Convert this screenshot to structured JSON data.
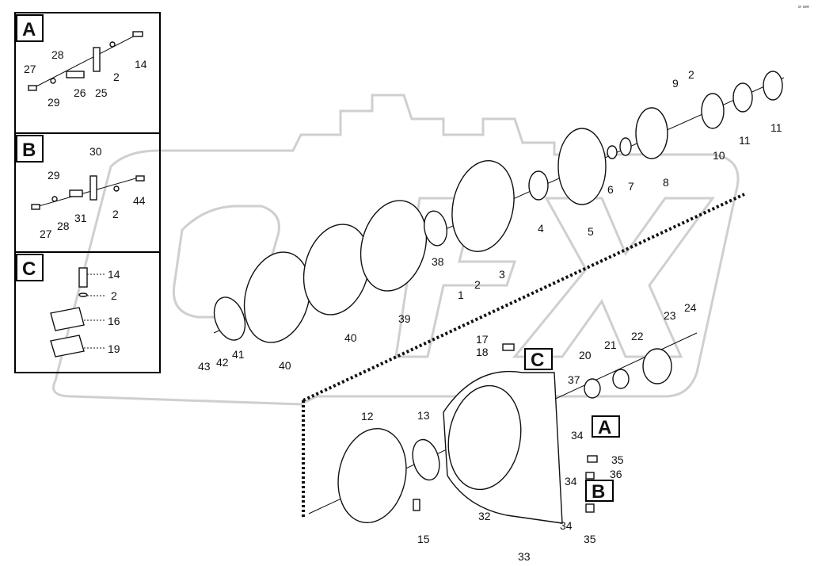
{
  "corner_text": "a¹ see",
  "insets": {
    "A": {
      "letter": "A",
      "labels": [
        "27",
        "28",
        "29",
        "26",
        "25",
        "2",
        "14"
      ]
    },
    "B": {
      "letter": "B",
      "labels": [
        "30",
        "29",
        "27",
        "28",
        "31",
        "2",
        "44"
      ]
    },
    "C": {
      "letter": "C",
      "labels": [
        "14",
        "2",
        "16",
        "19"
      ]
    }
  },
  "main_labels": {
    "p1": "1",
    "p2": "2",
    "p3": "3",
    "p4": "4",
    "p5": "5",
    "p6": "6",
    "p7": "7",
    "p8": "8",
    "p9": "9",
    "p2b": "2",
    "p10": "10",
    "p11a": "11",
    "p11b": "11",
    "p38": "38",
    "p39": "39",
    "p40a": "40",
    "p40b": "40",
    "p41": "41",
    "p42": "42",
    "p43": "43",
    "p17": "17",
    "p18": "18",
    "p37": "37",
    "p20": "20",
    "p21": "21",
    "p22": "22",
    "p23": "23",
    "p24": "24",
    "p12": "12",
    "p13": "13",
    "p32": "32",
    "p15": "15",
    "p33": "33",
    "p34a": "34",
    "p34b": "34",
    "p34c": "34",
    "p35a": "35",
    "p35b": "35",
    "p36": "36"
  },
  "callouts": {
    "A": "A",
    "B": "B",
    "C": "C"
  }
}
